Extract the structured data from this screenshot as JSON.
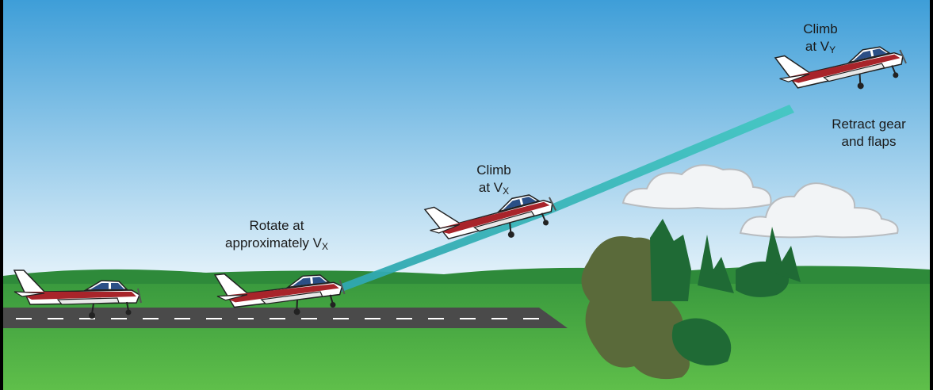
{
  "labels": {
    "rotate": {
      "line1": "Rotate at",
      "line2": "approximately V",
      "sub": "X"
    },
    "climb_vx": {
      "line1": "Climb",
      "line2": "at V",
      "sub": "X"
    },
    "climb_vy": {
      "line1": "Climb",
      "line2": "at V",
      "sub": "Y"
    },
    "retract": {
      "line1": "Retract gear",
      "line2": "and flaps"
    }
  },
  "colors": {
    "sky_top": "#3e9ed8",
    "sky_bottom": "#e8f4fb",
    "ground_far": "#2e8a3a",
    "ground_near": "#56b544",
    "runway": "#4a4a4a",
    "flight_path": "#3ec2c0",
    "plane_body": "#ffffff",
    "plane_stripe": "#a8242a",
    "tree_dark": "#1f6a35",
    "tree_brown": "#5a6a3a",
    "cloud": "#f2f4f6"
  }
}
